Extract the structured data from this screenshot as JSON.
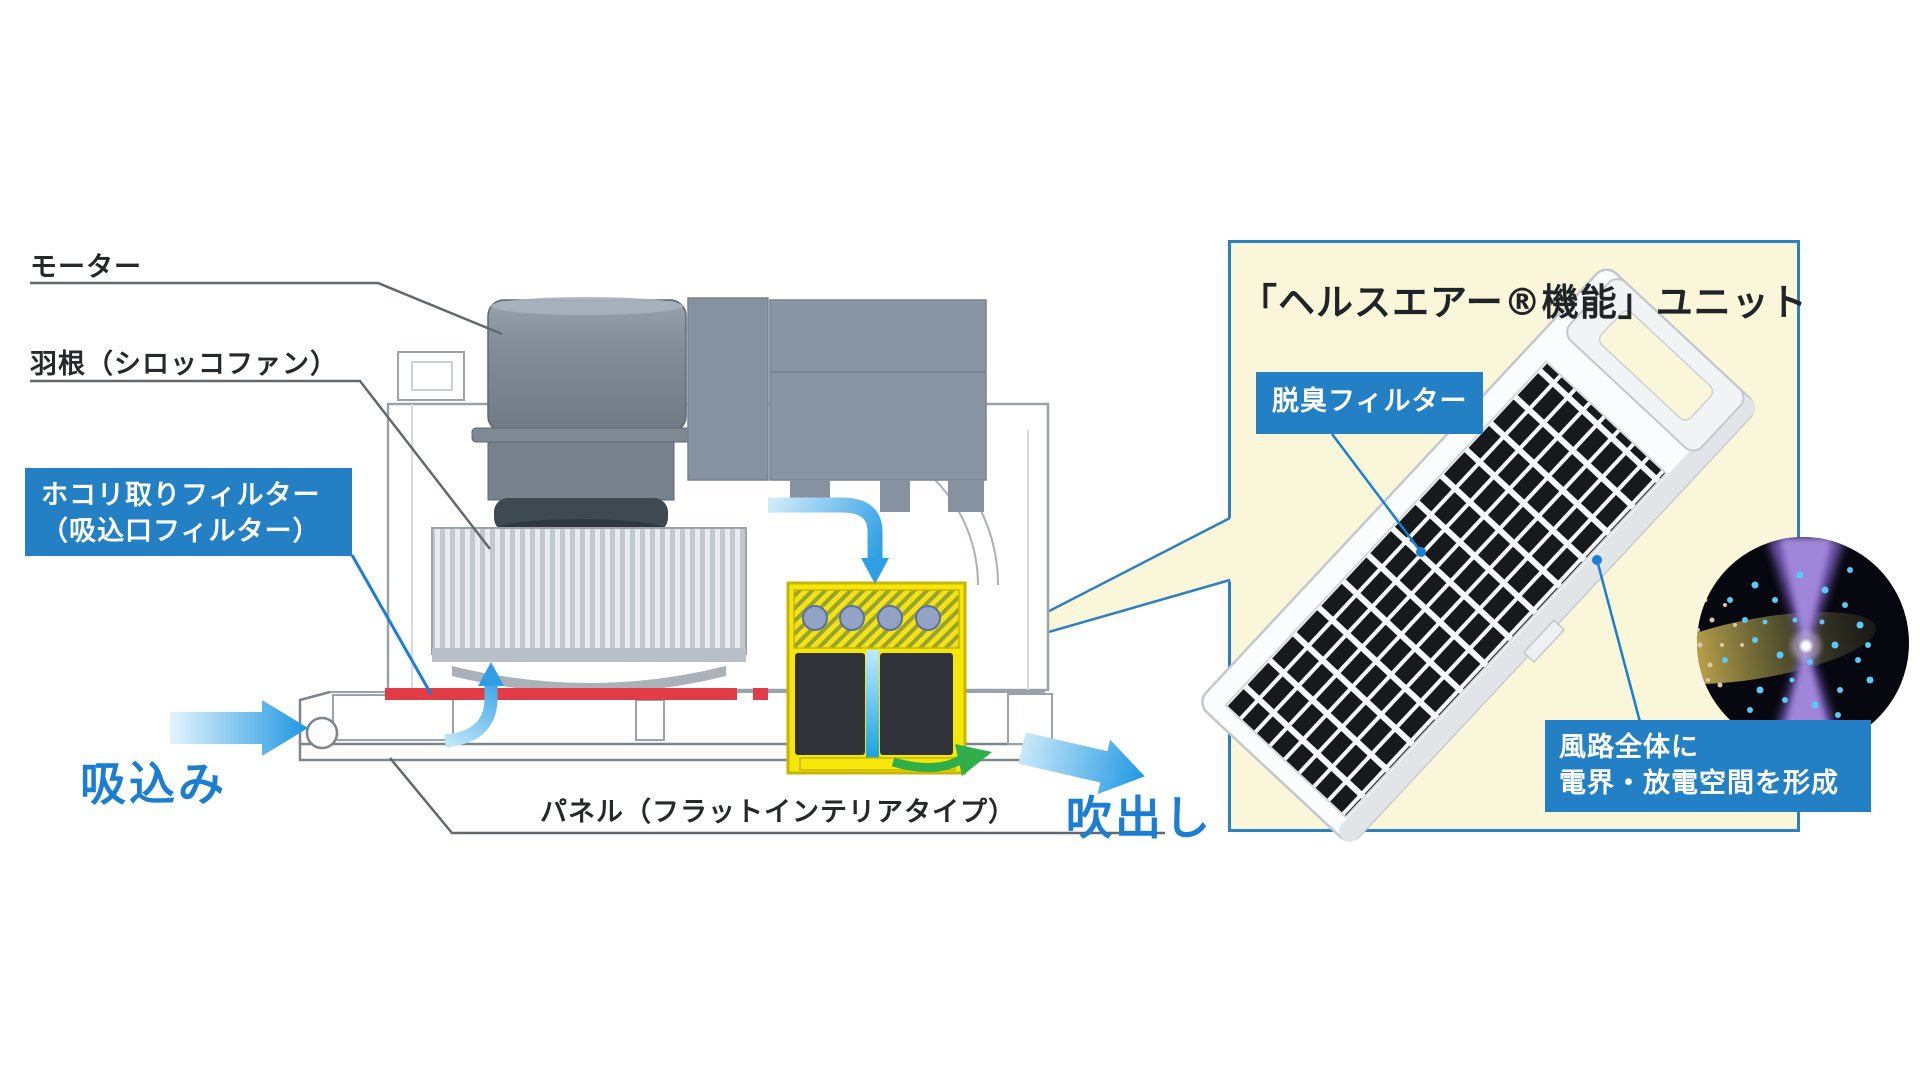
{
  "colors": {
    "accent_blue": "#2380c4",
    "panel_cream": "#faf6d9",
    "panel_border_blue": "#2e7fc1",
    "flow_blue": "#1e97e2",
    "label_text_blue": "#1b7ed3",
    "unit_yellow": "#f6e70a",
    "filter_red": "#e23c46",
    "arrow_green": "#2fae4a",
    "diagram_gray": "#8692a0",
    "text_dark": "#26292c"
  },
  "left_diagram": {
    "motor_label": "モーター",
    "fan_blade_label": "羽根（シロッコファン）",
    "dust_filter_label_line1": "ホコリ取りフィルター",
    "dust_filter_label_line2": "（吸込口フィルター）",
    "intake_label": "吸込み",
    "panel_label": "パネル（フラットインテリアタイプ）",
    "outlet_label": "吹出し"
  },
  "health_air_panel": {
    "title": "「ヘルスエアー®機能」ユニット",
    "deodorizing_filter_label": "脱臭フィルター",
    "discharge_label_line1": "風路全体に",
    "discharge_label_line2": "電界・放電空間を形成"
  }
}
